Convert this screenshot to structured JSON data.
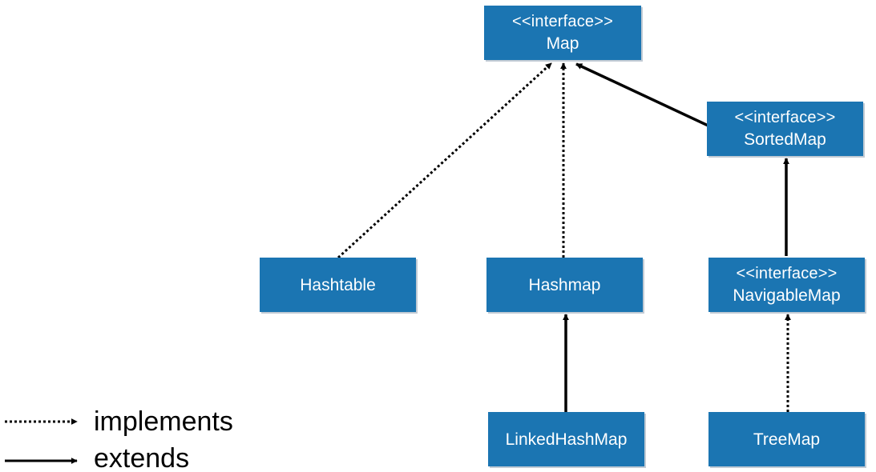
{
  "nodes": {
    "map": {
      "stereotype": "<<interface>>",
      "name": "Map"
    },
    "sortedmap": {
      "stereotype": "<<interface>>",
      "name": "SortedMap"
    },
    "hashtable": {
      "stereotype": "",
      "name": "Hashtable"
    },
    "hashmap": {
      "stereotype": "",
      "name": "Hashmap"
    },
    "navigablemap": {
      "stereotype": "<<interface>>",
      "name": "NavigableMap"
    },
    "linkedhashmap": {
      "stereotype": "",
      "name": "LinkedHashMap"
    },
    "treemap": {
      "stereotype": "",
      "name": "TreeMap"
    }
  },
  "edges": [
    {
      "from": "hashtable",
      "to": "map",
      "kind": "implements"
    },
    {
      "from": "hashmap",
      "to": "map",
      "kind": "implements"
    },
    {
      "from": "sortedmap",
      "to": "map",
      "kind": "extends"
    },
    {
      "from": "navigablemap",
      "to": "sortedmap",
      "kind": "extends"
    },
    {
      "from": "linkedhashmap",
      "to": "hashmap",
      "kind": "extends"
    },
    {
      "from": "treemap",
      "to": "navigablemap",
      "kind": "implements"
    }
  ],
  "legend": {
    "implements_label": "implements",
    "extends_label": "extends"
  },
  "colors": {
    "node_fill": "#1b75b2",
    "node_text": "#ffffff",
    "edge": "#000000"
  }
}
